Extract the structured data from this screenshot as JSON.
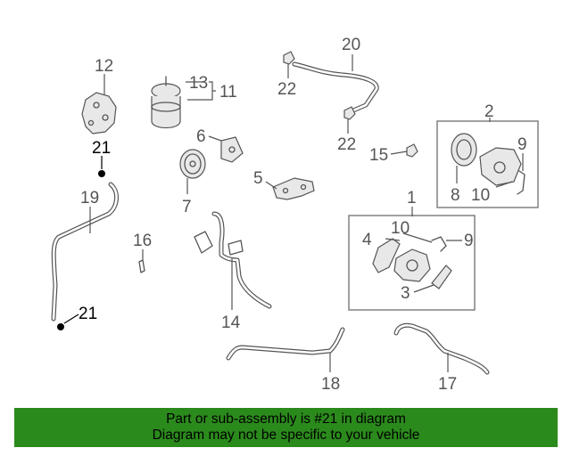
{
  "callouts": {
    "p1": "1",
    "p2": "2",
    "p3": "3",
    "p4": "4",
    "p5": "5",
    "p6": "6",
    "p7": "7",
    "p8": "8",
    "p9a": "9",
    "p9b": "9",
    "p10a": "10",
    "p10b": "10",
    "p11": "11",
    "p12": "12",
    "p13": "13",
    "p14": "14",
    "p15": "15",
    "p16": "16",
    "p17": "17",
    "p18": "18",
    "p19": "19",
    "p20": "20",
    "p21a": "21",
    "p21b": "21",
    "p22a": "22",
    "p22b": "22"
  },
  "banner": {
    "line1": "Part or sub-assembly is #21 in diagram",
    "line2": "Diagram may not be specific to your vehicle"
  },
  "colors": {
    "banner_bg": "#2b8a1c",
    "line": "#555555",
    "highlight": "#000000"
  }
}
